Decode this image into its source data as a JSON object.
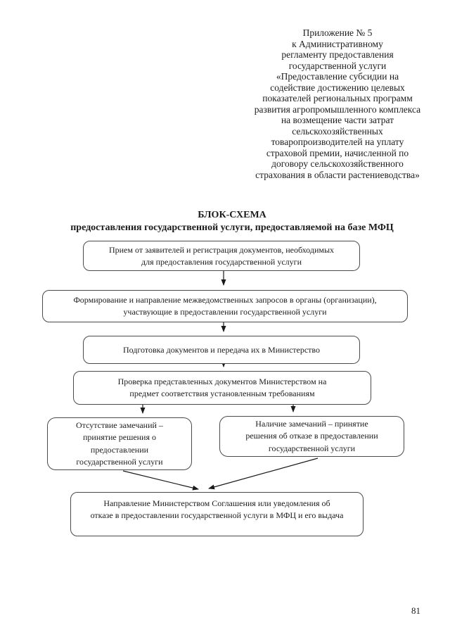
{
  "annex": {
    "text": "Приложение № 5\nк Административному\nрегламенту предоставления\nгосударственной услуги\n«Предоставление субсидии на\nсодействие достижению целевых\nпоказателей региональных программ\nразвития агропромышленного комплекса\nна возмещение части затрат\nсельскохозяйственных\nтоваропроизводителей на уплату\nстраховой премии, начисленной по\nдоговору сельскохозяйственного\nстрахования в области растениеводства»"
  },
  "title": {
    "line1": "БЛОК-СХЕМА",
    "line2": "предоставления государственной услуги, предоставляемой на базе МФЦ"
  },
  "flow": {
    "boxes": [
      {
        "id": "reception",
        "text": "Прием от заявителей и регистрация документов, необходимых\nдля предоставления государственной услуги"
      },
      {
        "id": "interagency-requests",
        "text": "Формирование и направление межведомственных запросов в органы (организации),\nучаствующие в предоставлении государственной услуги"
      },
      {
        "id": "document-preparation",
        "text": "Подготовка документов и передача их в Министерство"
      },
      {
        "id": "ministry-review",
        "text": "Проверка представленных документов Министерством на\nпредмет соответствия установленным требованиям"
      },
      {
        "id": "no-remarks-decision",
        "text": "Отсутствие замечаний –\nпринятие решения о\nпредоставлении\nгосударственной услуги"
      },
      {
        "id": "remarks-refusal-decision",
        "text": "Наличие замечаний – принятие\nрешения об отказе в предоставлении\nгосударственной услуги"
      },
      {
        "id": "agreement-dispatch",
        "text": "Направление Министерством Соглашения или уведомления об\nотказе в предоставлении государственной услуги в МФЦ и его выдача"
      }
    ]
  },
  "page_number": "81",
  "colors": {
    "ink": "#1c1c1c",
    "box_border": "#4a4a4a",
    "background": "#ffffff"
  }
}
